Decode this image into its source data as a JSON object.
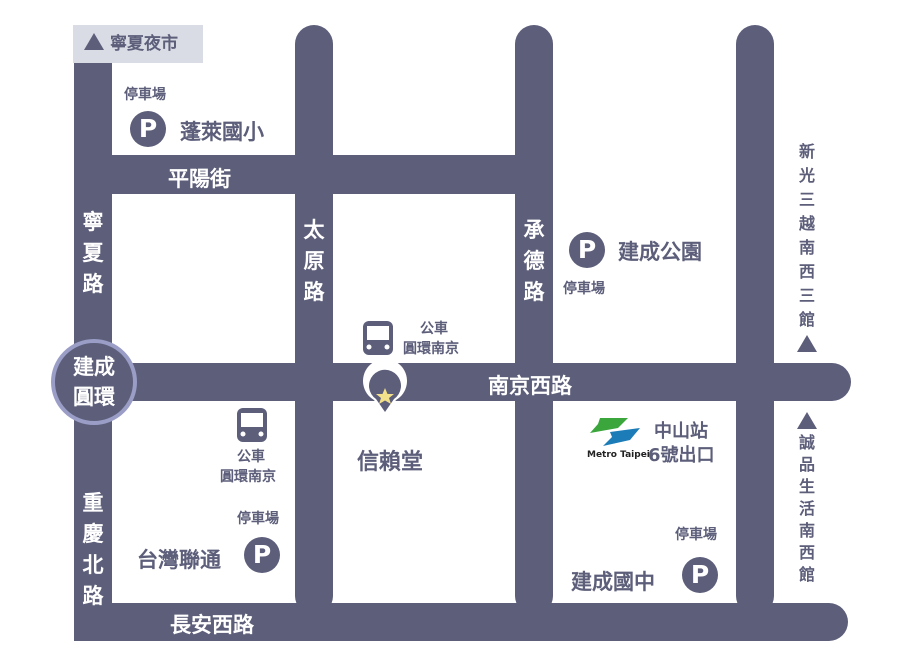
{
  "colors": {
    "road": "#5c5e7a",
    "circle_ring": "#9a9dc6",
    "landmark_box": "#d9dbe5",
    "star": "#f3e08a",
    "metro_green": "#3aa63c",
    "metro_blue": "#1b7cb8"
  },
  "landmarks": {
    "ningxia_night_market": "寧夏夜市",
    "shin_kong": "新光三越南西三館",
    "eslite": "誠品生活南西館"
  },
  "roads": {
    "pingyang": "平陽街",
    "ningxia": "寧夏路",
    "taiyuan": "太原路",
    "chengde": "承德路",
    "nanjing": "南京西路",
    "chongqing": "重慶北路",
    "changan": "長安西路",
    "roundabout": "建成圓環"
  },
  "parking": [
    {
      "label": "停車場",
      "name": "蓬萊國小"
    },
    {
      "label": "停車場",
      "name": "建成公園"
    },
    {
      "label": "停車場",
      "name": "台灣聯通"
    },
    {
      "label": "停車場",
      "name": "建成國中"
    }
  ],
  "parking_symbol": "P",
  "bus_stops": [
    {
      "line1": "公車",
      "line2": "圓環南京"
    },
    {
      "line1": "公車",
      "line2": "圓環南京"
    }
  ],
  "destination": "信賴堂",
  "metro": {
    "logo_text": "Metro Taipei",
    "station": "中山站",
    "exit": "6號出口"
  }
}
